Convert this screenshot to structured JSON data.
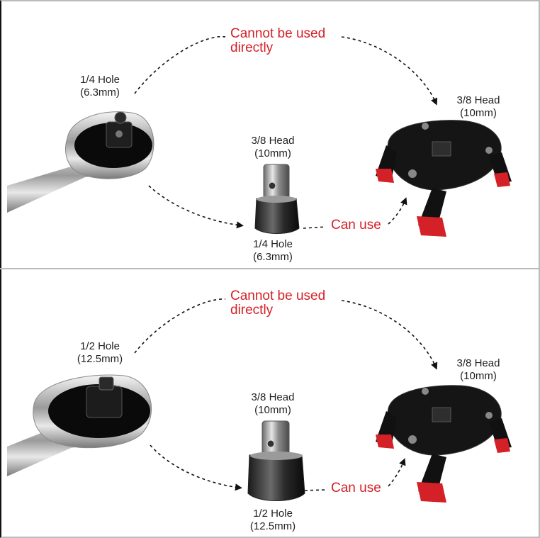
{
  "colors": {
    "accent_red": "#d42027",
    "arrow": "#111111",
    "chrome": "#c8c8c8"
  },
  "top": {
    "cannot_line1": "Cannot be used",
    "cannot_line2": "directly",
    "ratchet_hole_1": "1/4 Hole",
    "ratchet_hole_2": "(6.3mm)",
    "adapter_head_1": "3/8 Head",
    "adapter_head_2": "(10mm)",
    "adapter_hole_1": "1/4 Hole",
    "adapter_hole_2": "(6.3mm)",
    "filter_head_1": "3/8 Head",
    "filter_head_2": "(10mm)",
    "can_use": "Can use"
  },
  "bottom": {
    "cannot_line1": "Cannot be used",
    "cannot_line2": "directly",
    "ratchet_hole_1": "1/2 Hole",
    "ratchet_hole_2": "(12.5mm)",
    "adapter_head_1": "3/8 Head",
    "adapter_head_2": "(10mm)",
    "adapter_hole_1": "1/2 Hole",
    "adapter_hole_2": "(12.5mm)",
    "filter_head_1": "3/8 Head",
    "filter_head_2": "(10mm)",
    "can_use": "Can use"
  }
}
